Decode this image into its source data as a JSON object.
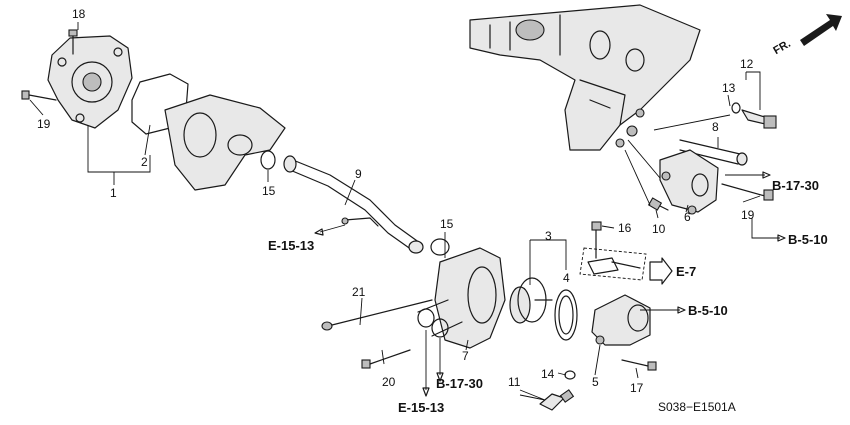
{
  "callouts": {
    "c1": "1",
    "c2": "2",
    "c3": "3",
    "c4": "4",
    "c5": "5",
    "c6": "6",
    "c7": "7",
    "c8": "8",
    "c9": "9",
    "c10": "10",
    "c11": "11",
    "c12": "12",
    "c13": "13",
    "c14": "14",
    "c15a": "15",
    "c15b": "15",
    "c16": "16",
    "c17": "17",
    "c18": "18",
    "c19a": "19",
    "c19b": "19",
    "c20": "20",
    "c21": "21"
  },
  "references": {
    "b1730_top": "B-17-30",
    "b510_top": "B-5-10",
    "e1513_left": "E-15-13",
    "e7": "E-7",
    "b510_mid": "B-5-10",
    "b1730_bottom": "B-17-30",
    "e1513_bottom": "E-15-13"
  },
  "direction": {
    "front": "FR."
  },
  "diagram_code": "S038−E1501A"
}
